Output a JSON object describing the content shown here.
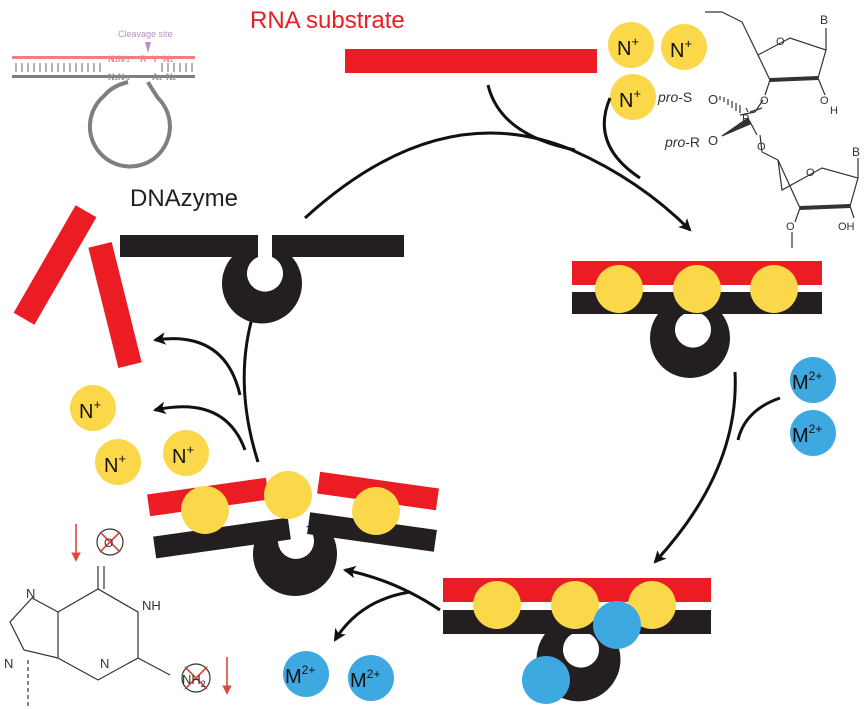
{
  "colors": {
    "rna": "#ec1c24",
    "dna": "#231f20",
    "monovalent": "#fbd84a",
    "divalent": "#3ea8e0",
    "arrow": "#111111",
    "gray": "#7f7f7f",
    "pink": "#f08080",
    "lilac": "#b98fc6",
    "cross": "#e0463c"
  },
  "labels": {
    "rna_substrate": "RNA substrate",
    "dnazyme": "DNAzyme",
    "cleavage_site": "Cleavage site"
  },
  "ions": {
    "monovalent_base": "N",
    "monovalent_charge": "+",
    "divalent_base": "M",
    "divalent_charge": "2+"
  },
  "sequence": {
    "top_left": "N",
    "top_left_sub1": "1",
    "top_left_2": "N",
    "top_left_sub2": "-1",
    "cleave_R": "R",
    "cleave_Y": "Y",
    "top_right": "N",
    "top_right_sub": "1",
    "bottom_left": "N",
    "bottom_left_sub1": "1",
    "bottom_left_2": "N",
    "bottom_left_sub2": "-1",
    "bottom_A": "A",
    "bottom_A_sub": "1",
    "bottom_right": "N",
    "bottom_right_sub": "2"
  },
  "chem": {
    "pro_s_italic": "pro",
    "pro_s_suffix": "-S",
    "pro_r_italic": "pro",
    "pro_r_suffix": "-R",
    "base": "B",
    "oxygen": "O",
    "phosphorus": "P",
    "hydroxyl_h": "H",
    "hydroxyl": "OH",
    "guanine_o": "O",
    "guanine_n_left": "N",
    "guanine_n_bottom_left": "N",
    "guanine_n_bottom": "N",
    "guanine_nh": "NH",
    "guanine_nh2": "NH",
    "guanine_nh2_sub": "2"
  }
}
